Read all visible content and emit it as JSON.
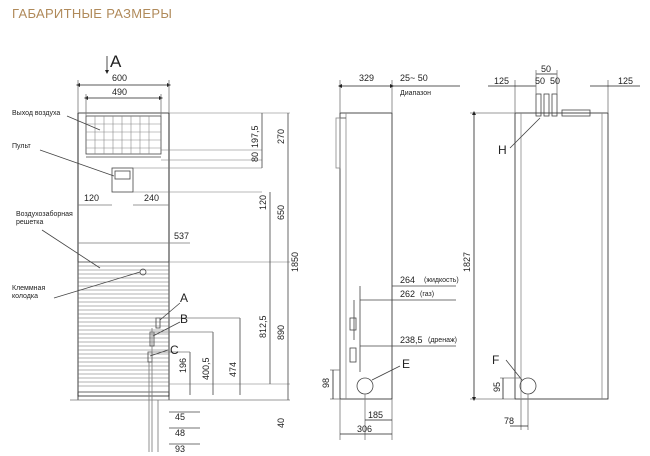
{
  "heading": "ГАБАРИТНЫЕ РАЗМЕРЫ",
  "colors": {
    "heading": "#b08a5a",
    "line": "#222222",
    "frame": "#999999"
  },
  "front": {
    "view": "A",
    "callouts": {
      "air_outlet": "Выход воздуха",
      "remote": "Пульт",
      "intake_line1": "Воздухозаборная",
      "intake_line2": "решетка",
      "terminal_line1": "Клеммная",
      "terminal_line2": "колодка"
    },
    "points": {
      "a": "A",
      "b": "B",
      "c": "C"
    },
    "dims": {
      "w600": "600",
      "w490": "490",
      "w120": "120",
      "w240": "240",
      "w537": "537",
      "v197": "197,5",
      "v80": "80",
      "v270": "270",
      "v120": "120",
      "v650": "650",
      "v1850": "1850",
      "v812": "812,5",
      "v890": "890",
      "v196": "196",
      "v400": "400,5",
      "v474": "474",
      "v40": "40",
      "h45": "45",
      "h48": "48",
      "h93": "93"
    }
  },
  "side": {
    "dims": {
      "w329": "329",
      "w25": "25~ 50",
      "range": "Диапазон",
      "d264": "264",
      "liquid": "(жидкость)",
      "d262": "262",
      "gas": "(газ)",
      "d238": "238,5",
      "drain": "(дренаж)",
      "v98": "98",
      "h185": "185",
      "h306": "306"
    },
    "point_e": "E"
  },
  "rear": {
    "dims": {
      "t50": "50",
      "t125l": "125",
      "t50a": "50",
      "t50b": "50",
      "t125r": "125",
      "v1827": "1827",
      "v95": "95",
      "h78": "78"
    },
    "point_h": "H",
    "point_f": "F"
  }
}
